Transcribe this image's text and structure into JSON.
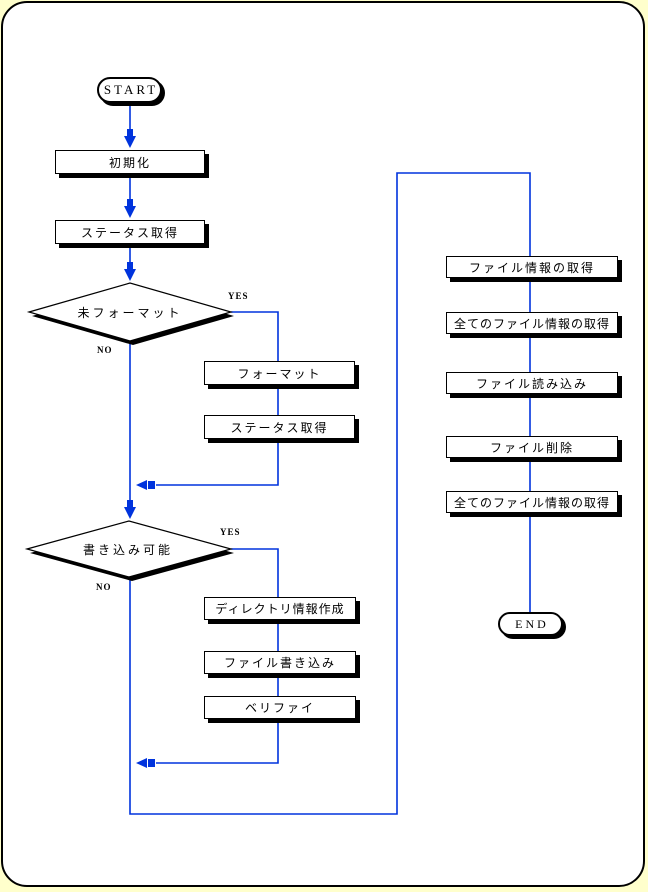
{
  "page": {
    "background_outer": "#FFFFCC",
    "background_inner": "#FFFFFF",
    "border_color": "#000000",
    "connector_color": "#0033DD"
  },
  "flowchart": {
    "terminators": {
      "start": "START",
      "end": "END"
    },
    "decision_labels": {
      "yes": "YES",
      "no": "NO"
    },
    "main_column": [
      {
        "label": "初期化"
      },
      {
        "label": "ステータス取得"
      }
    ],
    "decisions": [
      {
        "label": "未フォーマット"
      },
      {
        "label": "書き込み可能"
      }
    ],
    "format_branch": [
      {
        "label": "フォーマット"
      },
      {
        "label": "ステータス取得"
      }
    ],
    "write_branch": [
      {
        "label": "ディレクトリ情報作成"
      },
      {
        "label": "ファイル書き込み"
      },
      {
        "label": "ベリファイ"
      }
    ],
    "right_column": [
      {
        "label": "ファイル情報の取得"
      },
      {
        "label": "全てのファイル情報の取得"
      },
      {
        "label": "ファイル読み込み"
      },
      {
        "label": "ファイル削除"
      },
      {
        "label": "全てのファイル情報の取得"
      }
    ]
  }
}
